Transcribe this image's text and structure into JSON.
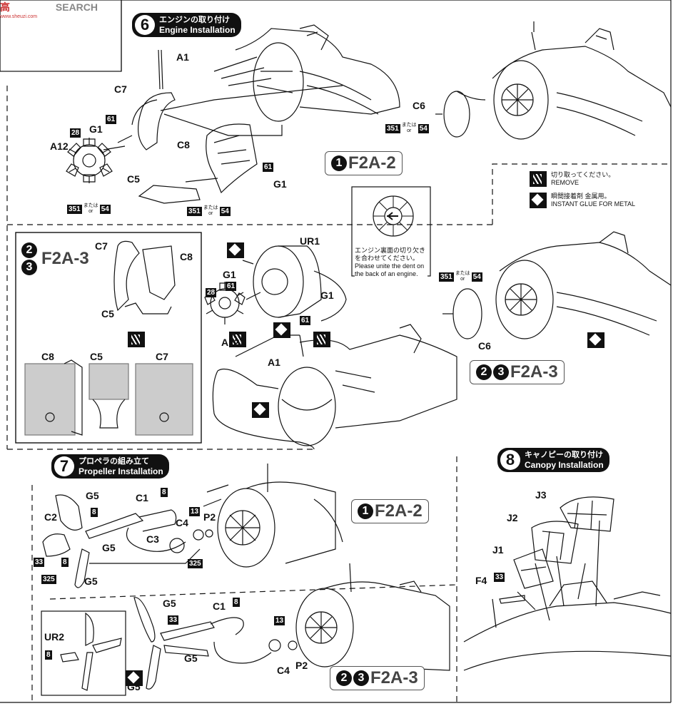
{
  "watermark": {
    "cn": "高",
    "site": "SEARCH",
    "url": "www.sheuzi.com"
  },
  "step6": {
    "num": "6",
    "jp": "エンジンの取り付け",
    "en": "Engine Installation"
  },
  "step7": {
    "num": "7",
    "jp": "プロペラの組み立て",
    "en": "Propeller Installation"
  },
  "step8": {
    "num": "8",
    "jp": "キャノピーの取り付け",
    "en": "Canopy Installation"
  },
  "legend": {
    "remove_jp": "切り取ってください。",
    "remove_en": "REMOVE",
    "glue_jp": "瞬間接着剤 金属用。",
    "glue_en": "INSTANT GLUE FOR METAL"
  },
  "note": {
    "jp": "エンジン裏面の切り欠きを合わせてください。",
    "en": "Please unite the dent on the back of an engine."
  },
  "variants": {
    "f2a2_top": {
      "num": "1",
      "label": "F2A-2"
    },
    "f2a3_inset": {
      "nums": [
        "2",
        "3"
      ],
      "label": "F2A-3"
    },
    "f2a3_right": {
      "nums": [
        "2",
        "3"
      ],
      "label": "F2A-3"
    },
    "f2a2_prop": {
      "num": "1",
      "label": "F2A-2"
    },
    "f2a3_prop": {
      "nums": [
        "2",
        "3"
      ],
      "label": "F2A-3"
    }
  },
  "paint_or": {
    "mata": "または",
    "or": "or"
  },
  "parts": {
    "A1": "A1",
    "C7": "C7",
    "G1": "G1",
    "A12": "A12",
    "C8": "C8",
    "C5": "C5",
    "C6": "C6",
    "UR1": "UR1",
    "C1": "C1",
    "C2": "C2",
    "G5": "G5",
    "C3": "C3",
    "C4": "C4",
    "P2": "P2",
    "UR2": "UR2",
    "J1": "J1",
    "J2": "J2",
    "J3": "J3",
    "F4": "F4"
  },
  "paints": {
    "p8": "8",
    "p13": "13",
    "p28": "28",
    "p33": "33",
    "p54": "54",
    "p61": "61",
    "p325": "325",
    "p351": "351"
  }
}
